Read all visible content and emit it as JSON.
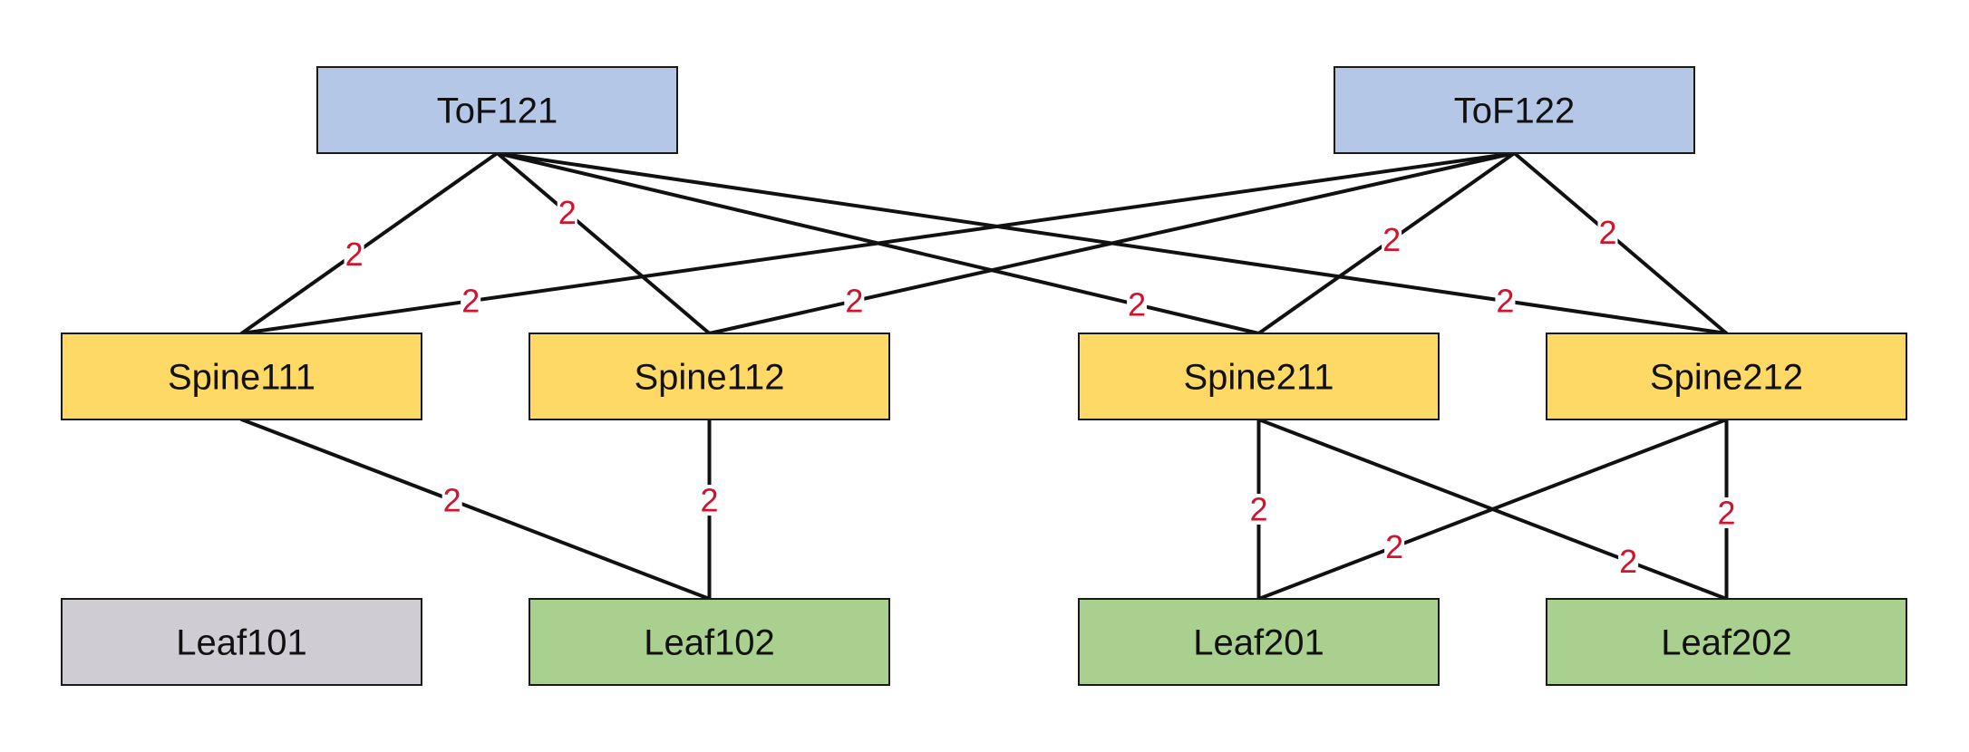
{
  "diagram": {
    "colors": {
      "tof": "#b4c7e7",
      "spine": "#ffd966",
      "leaf_active": "#a9d08e",
      "leaf_inactive": "#d0ccd4",
      "edge": "#111111",
      "edge_label": "#d0142c"
    },
    "nodes": [
      {
        "id": "tof121",
        "label": "ToF121",
        "tier": "tof"
      },
      {
        "id": "tof122",
        "label": "ToF122",
        "tier": "tof"
      },
      {
        "id": "spine111",
        "label": "Spine111",
        "tier": "spine"
      },
      {
        "id": "spine112",
        "label": "Spine112",
        "tier": "spine"
      },
      {
        "id": "spine211",
        "label": "Spine211",
        "tier": "spine"
      },
      {
        "id": "spine212",
        "label": "Spine212",
        "tier": "spine"
      },
      {
        "id": "leaf101",
        "label": "Leaf101",
        "tier": "leaf_inactive"
      },
      {
        "id": "leaf102",
        "label": "Leaf102",
        "tier": "leaf_active"
      },
      {
        "id": "leaf201",
        "label": "Leaf201",
        "tier": "leaf_active"
      },
      {
        "id": "leaf202",
        "label": "Leaf202",
        "tier": "leaf_active"
      }
    ],
    "edges": [
      {
        "from": "tof121",
        "to": "spine111",
        "label": "2"
      },
      {
        "from": "tof121",
        "to": "spine112",
        "label": "2"
      },
      {
        "from": "tof121",
        "to": "spine211",
        "label": "2"
      },
      {
        "from": "tof121",
        "to": "spine212",
        "label": "2"
      },
      {
        "from": "tof122",
        "to": "spine111",
        "label": "2"
      },
      {
        "from": "tof122",
        "to": "spine112",
        "label": "2"
      },
      {
        "from": "tof122",
        "to": "spine211",
        "label": "2"
      },
      {
        "from": "tof122",
        "to": "spine212",
        "label": "2"
      },
      {
        "from": "spine111",
        "to": "leaf102",
        "label": "2"
      },
      {
        "from": "spine112",
        "to": "leaf102",
        "label": "2"
      },
      {
        "from": "spine211",
        "to": "leaf201",
        "label": "2"
      },
      {
        "from": "spine211",
        "to": "leaf202",
        "label": "2"
      },
      {
        "from": "spine212",
        "to": "leaf201",
        "label": "2"
      },
      {
        "from": "spine212",
        "to": "leaf202",
        "label": "2"
      }
    ]
  }
}
